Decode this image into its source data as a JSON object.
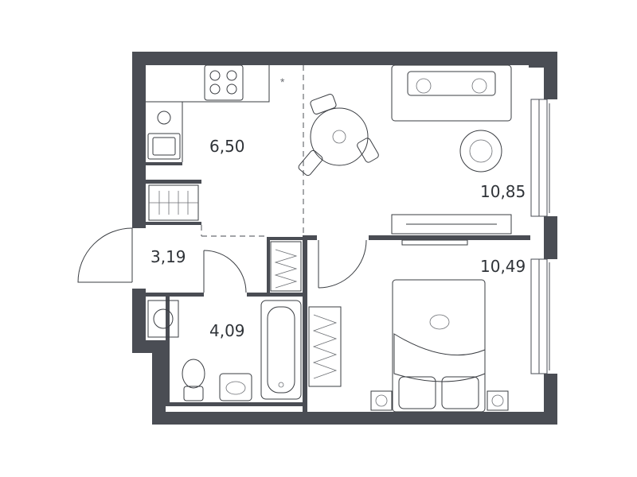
{
  "floorplan": {
    "rooms": [
      {
        "id": "kitchen",
        "area_label": "6,50"
      },
      {
        "id": "living",
        "area_label": "10,85"
      },
      {
        "id": "bedroom",
        "area_label": "10,49"
      },
      {
        "id": "hall",
        "area_label": "3,19"
      },
      {
        "id": "bathroom",
        "area_label": "4,09"
      }
    ],
    "colors": {
      "wall": "#4a4d54",
      "line": "#3a3d42",
      "background": "#ffffff",
      "text": "#2f3338"
    }
  }
}
